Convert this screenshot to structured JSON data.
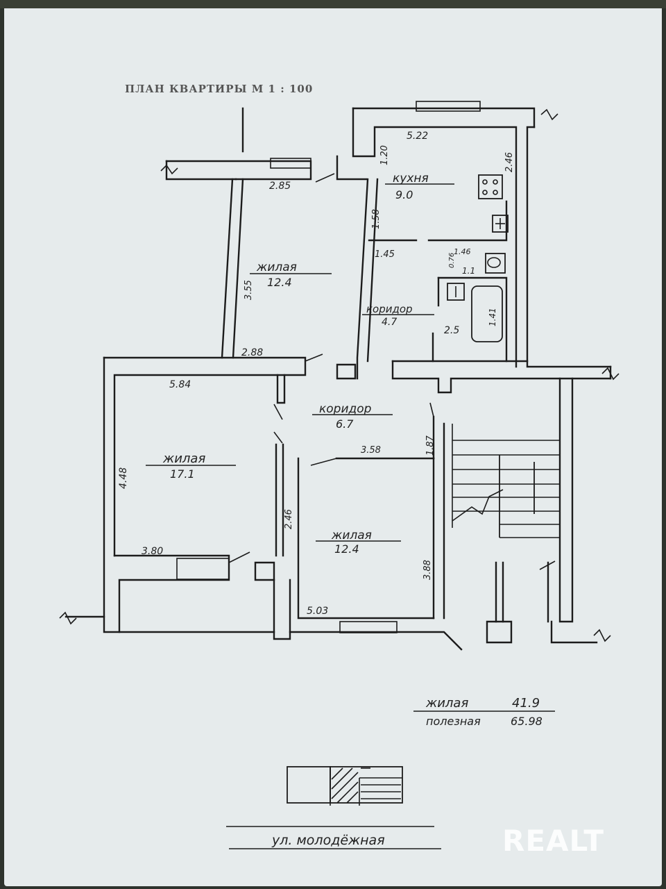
{
  "title": "ПЛАН КВАРТИРЫ М 1 : 100",
  "rooms": [
    {
      "id": "kitchen",
      "name": "кухня",
      "area": "9.0"
    },
    {
      "id": "living-top",
      "name": "жилая",
      "area": "12.4"
    },
    {
      "id": "corridor-small",
      "name": "коридор",
      "area": "4.7"
    },
    {
      "id": "corridor-main",
      "name": "коридор",
      "area": "6.7"
    },
    {
      "id": "living-left",
      "name": "жилая",
      "area": "17.1"
    },
    {
      "id": "living-bottom",
      "name": "жилая",
      "area": "12.4"
    }
  ],
  "dimensions": {
    "d522": "5.22",
    "d285": "2.85",
    "d120": "1.20",
    "d246a": "2.46",
    "d158": "1.58",
    "d145": "1.45",
    "d146": "1.46",
    "d076": "0.76",
    "d11": "1.1",
    "d355": "3.55",
    "d141": "1.41",
    "d25": "2.5",
    "d288": "2.88",
    "d584": "5.84",
    "d358": "3.58",
    "d187": "1.87",
    "d448": "4.48",
    "d246b": "2.46",
    "d380": "3.80",
    "d388": "3.88",
    "d503": "5.03"
  },
  "summary": {
    "living_label": "жилая",
    "living_value": "41.9",
    "useful_label": "полезная",
    "useful_value": "65.98"
  },
  "street": "ул. молодёжная",
  "watermark": "REALT"
}
